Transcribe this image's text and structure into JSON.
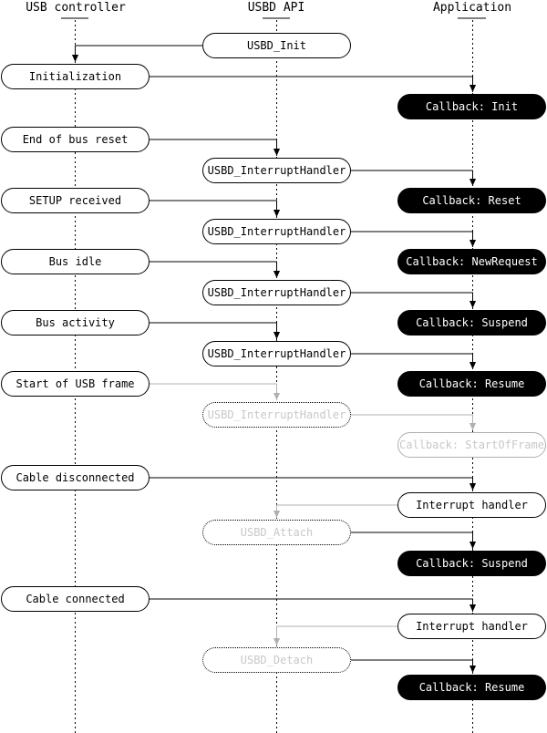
{
  "colors": {
    "foreground": "#000000",
    "muted_line": "#b0b0b0",
    "muted_text": "#c8c8c8",
    "dark_fill": "#000000",
    "light_fill": "#ffffff"
  },
  "diagram": {
    "type": "sequence-diagram",
    "actors": [
      {
        "label": "USB controller"
      },
      {
        "label": "USBD API"
      },
      {
        "label": "Application"
      }
    ],
    "nodes": [
      {
        "label": "USBD_Init",
        "actor": "USBD API",
        "style": "outline"
      },
      {
        "label": "Initialization",
        "actor": "USB controller",
        "style": "outline"
      },
      {
        "label": "Callback: Init",
        "actor": "Application",
        "style": "filled-dark"
      },
      {
        "label": "End of bus reset",
        "actor": "USB controller",
        "style": "outline"
      },
      {
        "label": "USBD_InterruptHandler",
        "actor": "USBD API",
        "style": "outline"
      },
      {
        "label": "SETUP received",
        "actor": "USB controller",
        "style": "outline"
      },
      {
        "label": "Callback: Reset",
        "actor": "Application",
        "style": "filled-dark"
      },
      {
        "label": "USBD_InterruptHandler",
        "actor": "USBD API",
        "style": "outline"
      },
      {
        "label": "Bus idle",
        "actor": "USB controller",
        "style": "outline"
      },
      {
        "label": "Callback: NewRequest",
        "actor": "Application",
        "style": "filled-dark"
      },
      {
        "label": "USBD_InterruptHandler",
        "actor": "USBD API",
        "style": "outline"
      },
      {
        "label": "Bus activity",
        "actor": "USB controller",
        "style": "outline"
      },
      {
        "label": "Callback: Suspend",
        "actor": "Application",
        "style": "filled-dark"
      },
      {
        "label": "USBD_InterruptHandler",
        "actor": "USBD API",
        "style": "outline"
      },
      {
        "label": "Start of USB frame",
        "actor": "USB controller",
        "style": "outline"
      },
      {
        "label": "Callback: Resume",
        "actor": "Application",
        "style": "filled-dark"
      },
      {
        "label": "USBD_InterruptHandler",
        "actor": "USBD API",
        "style": "dotted-muted"
      },
      {
        "label": "Callback: StartOfFrame",
        "actor": "Application",
        "style": "outline-muted"
      },
      {
        "label": "Cable disconnected",
        "actor": "USB controller",
        "style": "outline"
      },
      {
        "label": "Interrupt handler",
        "actor": "Application",
        "style": "outline"
      },
      {
        "label": "USBD_Attach",
        "actor": "USBD API",
        "style": "dotted-muted"
      },
      {
        "label": "Callback: Suspend",
        "actor": "Application",
        "style": "filled-dark"
      },
      {
        "label": "Cable connected",
        "actor": "USB controller",
        "style": "outline"
      },
      {
        "label": "Interrupt handler",
        "actor": "Application",
        "style": "outline"
      },
      {
        "label": "USBD_Detach",
        "actor": "USBD API",
        "style": "dotted-muted"
      },
      {
        "label": "Callback: Resume",
        "actor": "Application",
        "style": "filled-dark"
      }
    ],
    "connections": [
      {
        "from": "USBD_Init",
        "to": "Initialization",
        "color": "black"
      },
      {
        "from": "Initialization",
        "to": "Callback: Init",
        "color": "black"
      },
      {
        "from": "End of bus reset",
        "to": "USBD_InterruptHandler",
        "color": "black"
      },
      {
        "from": "USBD_InterruptHandler",
        "to": "Callback: Reset",
        "color": "black"
      },
      {
        "from": "SETUP received",
        "to": "USBD_InterruptHandler",
        "color": "black"
      },
      {
        "from": "USBD_InterruptHandler",
        "to": "Callback: NewRequest",
        "color": "black"
      },
      {
        "from": "Bus idle",
        "to": "USBD_InterruptHandler",
        "color": "black"
      },
      {
        "from": "USBD_InterruptHandler",
        "to": "Callback: Suspend",
        "color": "black"
      },
      {
        "from": "Bus activity",
        "to": "USBD_InterruptHandler",
        "color": "black"
      },
      {
        "from": "USBD_InterruptHandler",
        "to": "Callback: Resume",
        "color": "black"
      },
      {
        "from": "Start of USB frame",
        "to": "USBD_InterruptHandler",
        "color": "gray"
      },
      {
        "from": "USBD_InterruptHandler",
        "to": "Callback: StartOfFrame",
        "color": "gray"
      },
      {
        "from": "Cable disconnected",
        "to": "Interrupt handler",
        "color": "black"
      },
      {
        "from": "Interrupt handler",
        "to": "USBD_Attach",
        "color": "gray"
      },
      {
        "from": "USBD_Attach",
        "to": "Callback: Suspend",
        "color": "black"
      },
      {
        "from": "Cable connected",
        "to": "Interrupt handler",
        "color": "black"
      },
      {
        "from": "Interrupt handler",
        "to": "USBD_Detach",
        "color": "gray"
      },
      {
        "from": "USBD_Detach",
        "to": "Callback: Resume",
        "color": "black"
      }
    ]
  }
}
